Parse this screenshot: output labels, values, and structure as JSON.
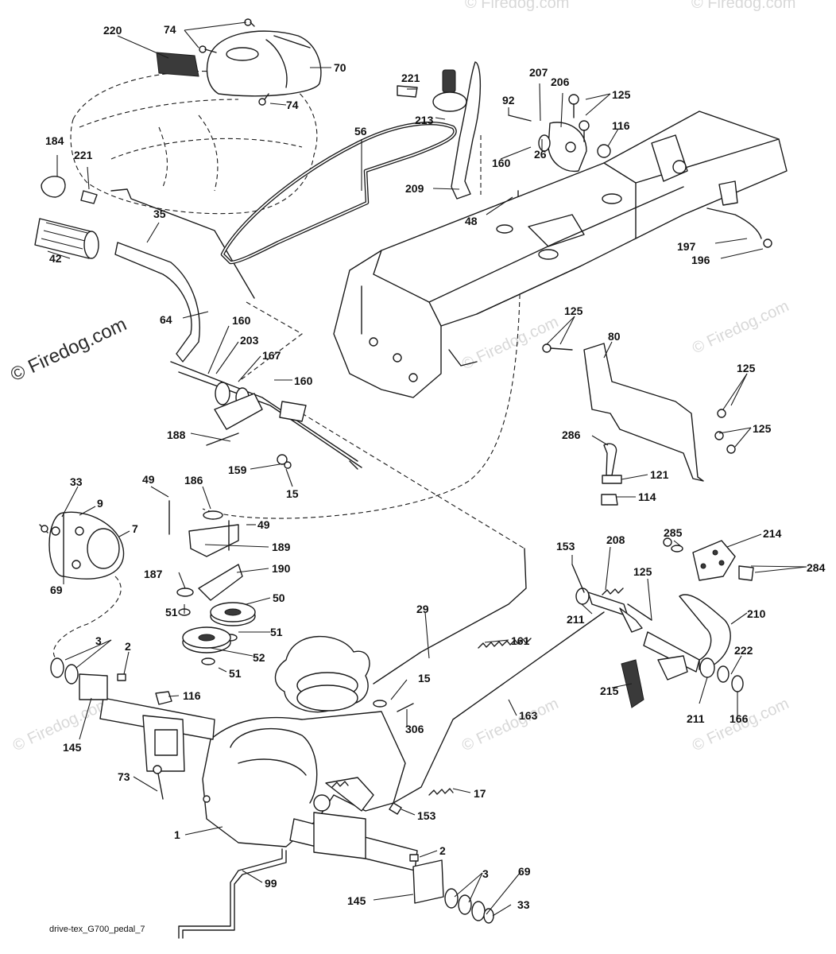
{
  "diagram": {
    "footer_code": "drive-tex_G700_pedal_7",
    "watermark": "© Firedog.com",
    "watermark_short": "© Firedog.com",
    "callouts": [
      {
        "id": "220",
        "label": "220"
      },
      {
        "id": "74a",
        "label": "74"
      },
      {
        "id": "70",
        "label": "70"
      },
      {
        "id": "74b",
        "label": "74"
      },
      {
        "id": "184",
        "label": "184"
      },
      {
        "id": "221a",
        "label": "221"
      },
      {
        "id": "35",
        "label": "35"
      },
      {
        "id": "42",
        "label": "42"
      },
      {
        "id": "56",
        "label": "56"
      },
      {
        "id": "221b",
        "label": "221"
      },
      {
        "id": "213",
        "label": "213"
      },
      {
        "id": "207",
        "label": "207"
      },
      {
        "id": "206",
        "label": "206"
      },
      {
        "id": "125a",
        "label": "125"
      },
      {
        "id": "92",
        "label": "92"
      },
      {
        "id": "116a",
        "label": "116"
      },
      {
        "id": "160a",
        "label": "160"
      },
      {
        "id": "26",
        "label": "26"
      },
      {
        "id": "209",
        "label": "209"
      },
      {
        "id": "48",
        "label": "48"
      },
      {
        "id": "197",
        "label": "197"
      },
      {
        "id": "196",
        "label": "196"
      },
      {
        "id": "64",
        "label": "64"
      },
      {
        "id": "160b",
        "label": "160"
      },
      {
        "id": "203",
        "label": "203"
      },
      {
        "id": "167",
        "label": "167"
      },
      {
        "id": "160c",
        "label": "160"
      },
      {
        "id": "125b",
        "label": "125"
      },
      {
        "id": "80",
        "label": "80"
      },
      {
        "id": "125c",
        "label": "125"
      },
      {
        "id": "188",
        "label": "188"
      },
      {
        "id": "286",
        "label": "286"
      },
      {
        "id": "125d",
        "label": "125"
      },
      {
        "id": "159",
        "label": "159"
      },
      {
        "id": "15a",
        "label": "15"
      },
      {
        "id": "121",
        "label": "121"
      },
      {
        "id": "114",
        "label": "114"
      },
      {
        "id": "33a",
        "label": "33"
      },
      {
        "id": "9",
        "label": "9"
      },
      {
        "id": "7",
        "label": "7"
      },
      {
        "id": "69a",
        "label": "69"
      },
      {
        "id": "49a",
        "label": "49"
      },
      {
        "id": "186",
        "label": "186"
      },
      {
        "id": "49b",
        "label": "49"
      },
      {
        "id": "189",
        "label": "189"
      },
      {
        "id": "187",
        "label": "187"
      },
      {
        "id": "190",
        "label": "190"
      },
      {
        "id": "50",
        "label": "50"
      },
      {
        "id": "51a",
        "label": "51"
      },
      {
        "id": "51b",
        "label": "51"
      },
      {
        "id": "52",
        "label": "52"
      },
      {
        "id": "51c",
        "label": "51"
      },
      {
        "id": "153a",
        "label": "153"
      },
      {
        "id": "208",
        "label": "208"
      },
      {
        "id": "285",
        "label": "285"
      },
      {
        "id": "214",
        "label": "214"
      },
      {
        "id": "284",
        "label": "284"
      },
      {
        "id": "125e",
        "label": "125"
      },
      {
        "id": "210",
        "label": "210"
      },
      {
        "id": "211a",
        "label": "211"
      },
      {
        "id": "29",
        "label": "29"
      },
      {
        "id": "161",
        "label": "161"
      },
      {
        "id": "3a",
        "label": "3"
      },
      {
        "id": "2a",
        "label": "2"
      },
      {
        "id": "15b",
        "label": "15"
      },
      {
        "id": "222",
        "label": "222"
      },
      {
        "id": "215",
        "label": "215"
      },
      {
        "id": "211b",
        "label": "211"
      },
      {
        "id": "166",
        "label": "166"
      },
      {
        "id": "116b",
        "label": "116"
      },
      {
        "id": "163",
        "label": "163"
      },
      {
        "id": "306",
        "label": "306"
      },
      {
        "id": "145a",
        "label": "145"
      },
      {
        "id": "73",
        "label": "73"
      },
      {
        "id": "17",
        "label": "17"
      },
      {
        "id": "153b",
        "label": "153"
      },
      {
        "id": "1",
        "label": "1"
      },
      {
        "id": "2b",
        "label": "2"
      },
      {
        "id": "99",
        "label": "99"
      },
      {
        "id": "69b",
        "label": "69"
      },
      {
        "id": "3b",
        "label": "3"
      },
      {
        "id": "145b",
        "label": "145"
      },
      {
        "id": "33b",
        "label": "33"
      }
    ]
  }
}
